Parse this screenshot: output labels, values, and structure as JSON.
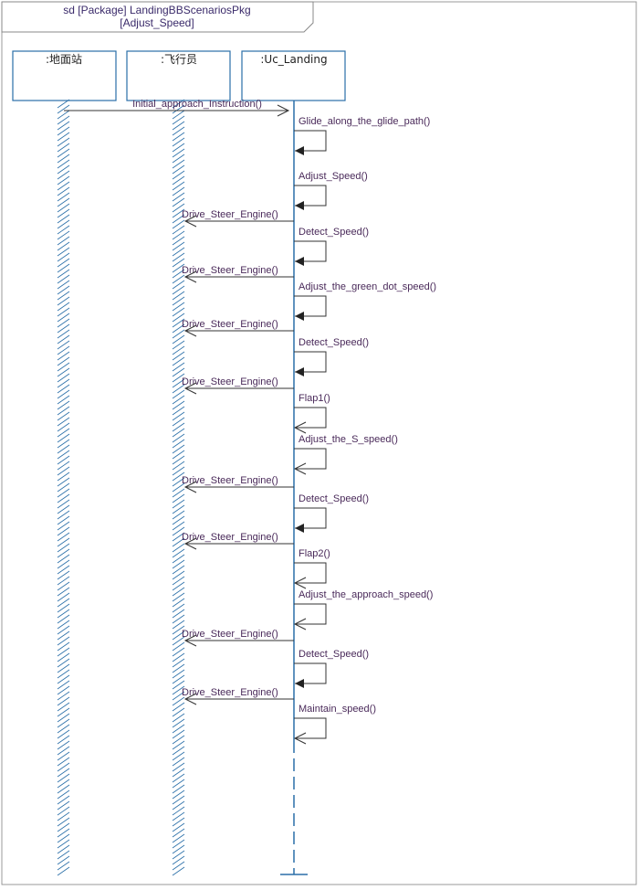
{
  "frame": {
    "title_line1": "sd [Package] LandingBBScenariosPkg",
    "title_line2": "[Adjust_Speed]"
  },
  "lifelines": [
    {
      "id": "ground",
      "name": ":地面站"
    },
    {
      "id": "pilot",
      "name": ":飞行员"
    },
    {
      "id": "uc",
      "name": ":Uc_Landing"
    }
  ],
  "messages": [
    {
      "label": "Initial_approach_Instruction()",
      "from": "ground",
      "to": "uc",
      "arrow": "open"
    },
    {
      "label": "Glide_along_the_glide_path()",
      "from": "uc",
      "to": "uc",
      "arrow": "filled"
    },
    {
      "label": "Adjust_Speed()",
      "from": "uc",
      "to": "uc",
      "arrow": "filled"
    },
    {
      "label": "Drive_Steer_Engine()",
      "from": "uc",
      "to": "pilot",
      "arrow": "open"
    },
    {
      "label": "Detect_Speed()",
      "from": "uc",
      "to": "uc",
      "arrow": "filled"
    },
    {
      "label": "Drive_Steer_Engine()",
      "from": "uc",
      "to": "pilot",
      "arrow": "open"
    },
    {
      "label": "Adjust_the_green_dot_speed()",
      "from": "uc",
      "to": "uc",
      "arrow": "filled"
    },
    {
      "label": "Drive_Steer_Engine()",
      "from": "uc",
      "to": "pilot",
      "arrow": "open"
    },
    {
      "label": "Detect_Speed()",
      "from": "uc",
      "to": "uc",
      "arrow": "filled"
    },
    {
      "label": "Drive_Steer_Engine()",
      "from": "uc",
      "to": "pilot",
      "arrow": "open"
    },
    {
      "label": "Flap1()",
      "from": "uc",
      "to": "uc",
      "arrow": "open"
    },
    {
      "label": "Adjust_the_S_speed()",
      "from": "uc",
      "to": "uc",
      "arrow": "open"
    },
    {
      "label": "Drive_Steer_Engine()",
      "from": "uc",
      "to": "pilot",
      "arrow": "open"
    },
    {
      "label": "Detect_Speed()",
      "from": "uc",
      "to": "uc",
      "arrow": "filled"
    },
    {
      "label": "Drive_Steer_Engine()",
      "from": "uc",
      "to": "pilot",
      "arrow": "open"
    },
    {
      "label": "Flap2()",
      "from": "uc",
      "to": "uc",
      "arrow": "open"
    },
    {
      "label": "Adjust_the_approach_speed()",
      "from": "uc",
      "to": "uc",
      "arrow": "open"
    },
    {
      "label": "Drive_Steer_Engine()",
      "from": "uc",
      "to": "pilot",
      "arrow": "open"
    },
    {
      "label": "Detect_Speed()",
      "from": "uc",
      "to": "uc",
      "arrow": "filled"
    },
    {
      "label": "Drive_Steer_Engine()",
      "from": "uc",
      "to": "pilot",
      "arrow": "open"
    },
    {
      "label": "Maintain_speed()",
      "from": "uc",
      "to": "uc",
      "arrow": "open"
    }
  ],
  "colors": {
    "lifeline": "#2a6fa8",
    "text": "#4a2a5a",
    "line": "#333333"
  }
}
